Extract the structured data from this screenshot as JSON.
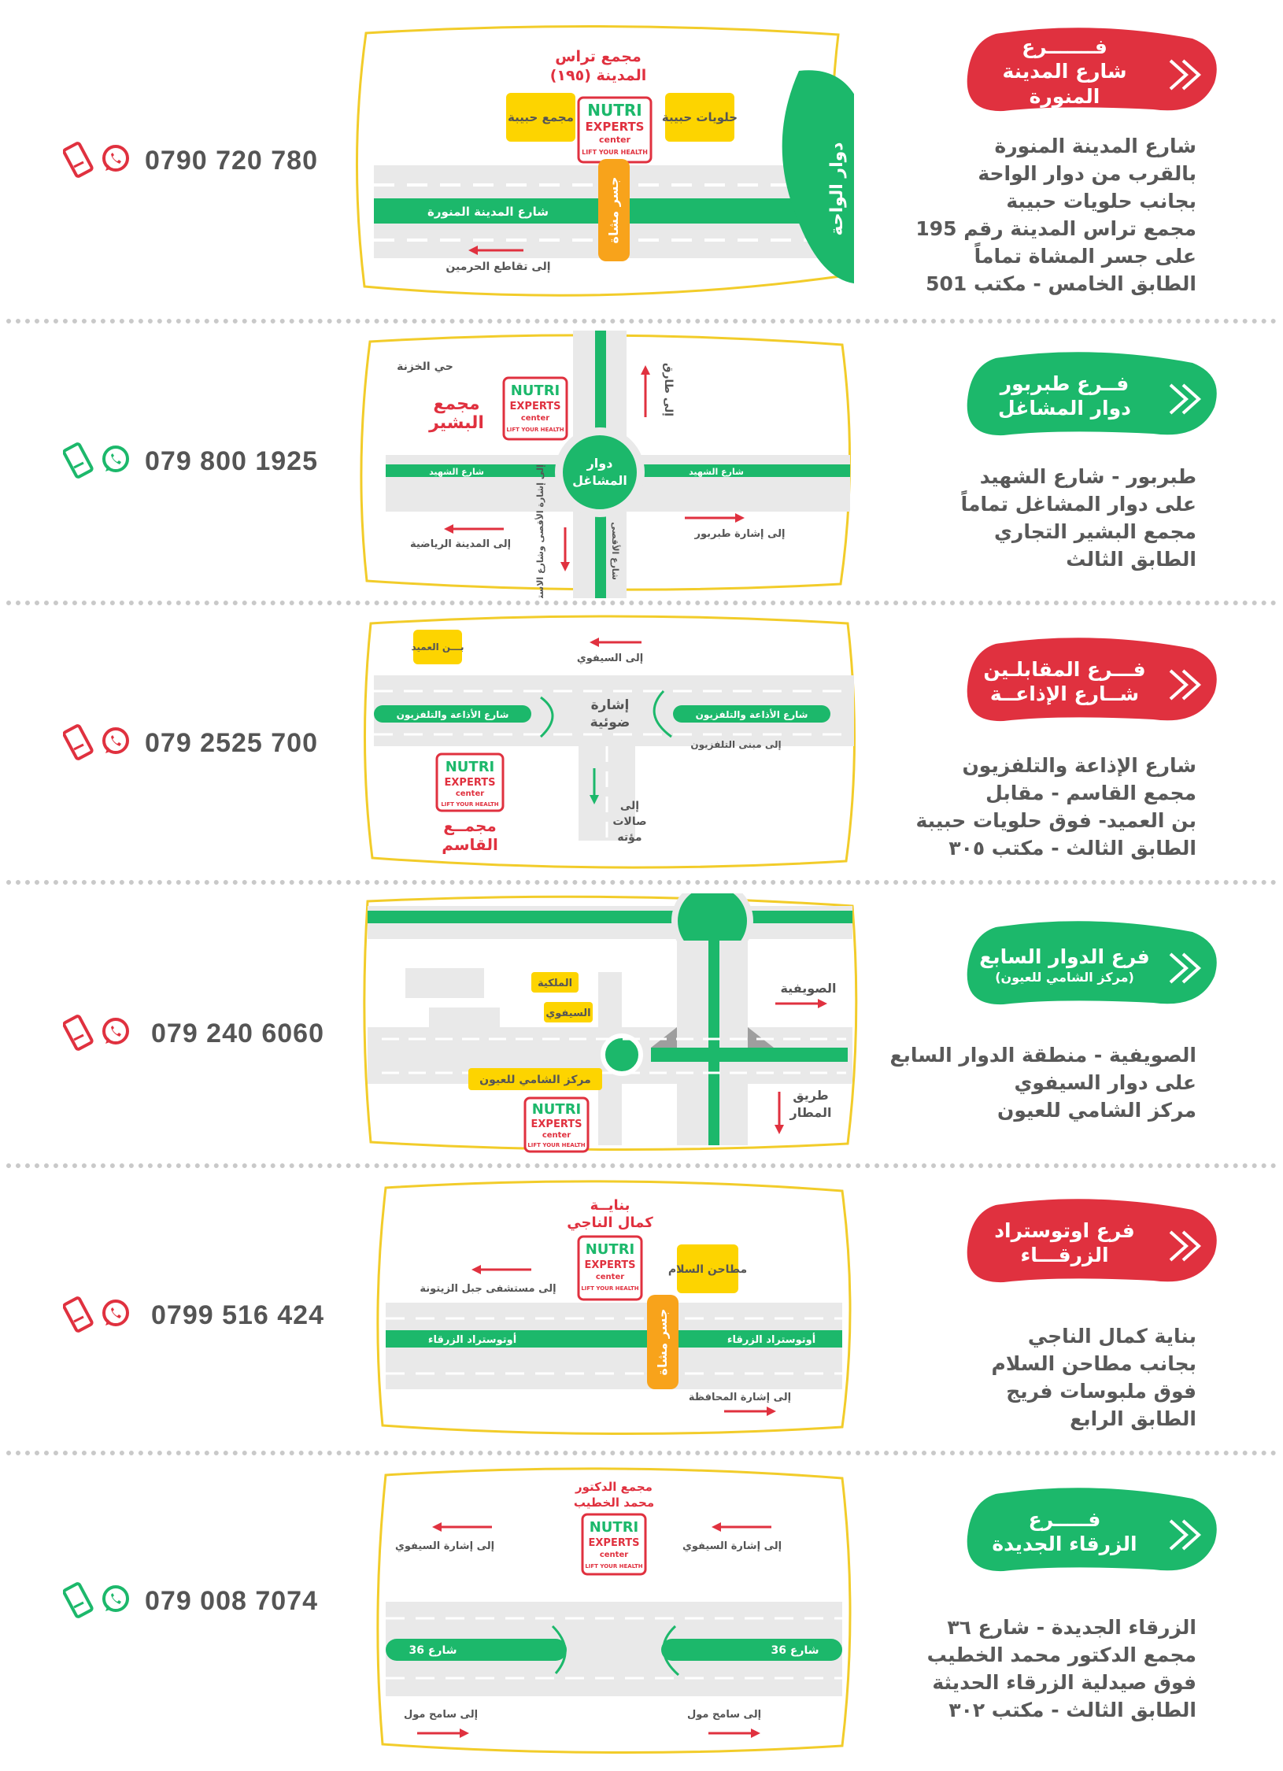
{
  "colors": {
    "red": "#e0313f",
    "green": "#1cb86b",
    "yellow": "#fdd400",
    "orange": "#f8a31b",
    "gray": "#595959",
    "road": "#e9e9e9",
    "outline": "#f2cc2a"
  },
  "branches": [
    {
      "phone": "0790 720 780",
      "badge_color": "red",
      "badge": {
        "l1": "فـــــــرع",
        "l2": "شارع المدينة المنورة",
        "l3": ""
      },
      "address": [
        "شارع المدينة المنورة",
        "بالقرب من دوار الواحة",
        "بجانب حلويات حبيبة",
        "مجمع تراس المدينة رقم 195",
        "على جسر المشاة تماماً",
        "الطابق الخامس - مكتب 501"
      ],
      "map": {
        "building": "مجمع تراس",
        "building2": "المدينة (١٩٥)",
        "box1": "مجمع حبيبة",
        "box2": "حلويات حبيبة",
        "bridge": "جسر مشاة",
        "street": "شارع المدينة المنورة",
        "roundabout": "دوار الواحة",
        "dir1": "إلى تقاطع الحرمين"
      }
    },
    {
      "phone": "079 800 1925",
      "badge_color": "green",
      "badge": {
        "l1": "فــرع طبربور",
        "l2": "دوار المشاغل",
        "l3": ""
      },
      "address": [
        "طبربور - شارع الشهيد",
        "على دوار المشاغل تماماً",
        "مجمع البشير التجاري",
        "الطابق الثالث"
      ],
      "map": {
        "district": "حي الخزنة",
        "building": "مجمع",
        "building2": "البشير",
        "roundabout": "دوار",
        "roundabout2": "المشاغل",
        "street_l": "شارع الشهيد",
        "street_r": "شارع الشهيد",
        "street_v": "شارع الأقصى",
        "dir_up": "إلى طارق",
        "dir_left": "إلى المدينة الرياضية",
        "dir_right": "إلى إشارة طبربور",
        "dir_down": "إلى إشارة الأقصى وشارع الاستقلال"
      }
    },
    {
      "phone": "079 2525 700",
      "badge_color": "red",
      "badge": {
        "l1": "فـــرع المقابلـين",
        "l2": "شــارع الإذاعــة",
        "l3": ""
      },
      "address": [
        "شارع الإذاعة والتلفزيون",
        "مجمع القاسم - مقابل",
        "بن العميد- فوق حلويات حبيبة",
        "الطابق الثالث - مكتب ٣٠٥"
      ],
      "map": {
        "box": "بـــن العميد",
        "dir_top": "إلى السيفوي",
        "signal": "إشارة",
        "signal2": "ضوئية",
        "street_l": "شارع الأذاعة والتلفزيون",
        "street_r": "شارع الأذاعة والتلفزيون",
        "dir_tv": "إلى مبنى التلفزيون",
        "down1": "إلى",
        "down2": "صالات",
        "down3": "مؤته",
        "building": "مجمــع",
        "building2": "القاسم"
      }
    },
    {
      "phone": "079 240 6060",
      "badge_color": "green",
      "badge": {
        "l1": "فرع الدوار السابع",
        "l2": "",
        "l3": "(مركز الشامي للعيون)"
      },
      "address": [
        "الصويفية - منطقة الدوار السابع",
        "على دوار السيفوي",
        "مركز الشامي للعيون"
      ],
      "map": {
        "box1": "الملكية",
        "box2": "السيفوي",
        "box3": "مركز الشامي للعيون",
        "dir_right": "الصويفية",
        "dir_down": "طريق",
        "dir_down2": "المطار"
      }
    },
    {
      "phone": "0799 516 424",
      "badge_color": "red",
      "badge": {
        "l1": "فرع اوتوستراد",
        "l2": "الزرقـــاء",
        "l3": ""
      },
      "address": [
        "بناية كمال الناجي",
        "بجانب مطاحن السلام",
        "فوق ملبوسات فريج",
        "الطابق الرابع"
      ],
      "map": {
        "building": "بنايــة",
        "building2": "كمال الناجي",
        "box": "مطاحن السلام",
        "bridge": "جسر مشاة",
        "dir_left": "إلى مستشفى جبل الزيتونة",
        "street_l": "أوتوستراد الزرقاء",
        "street_r": "أوتوستراد الزرقاء",
        "dir_right": "إلى إشارة المحافظة"
      }
    },
    {
      "phone": "079 008 7074",
      "badge_color": "green",
      "badge": {
        "l1": "فـــــرع",
        "l2": "الزرقاء الجديدة",
        "l3": ""
      },
      "address": [
        "الزرقاء الجديدة - شارع ٣٦",
        "مجمع الدكتور محمد الخطيب",
        "فوق صيدلية الزرقاء الحديثة",
        "الطابق الثالث - مكتب ٣٠٢"
      ],
      "map": {
        "building": "مجمع الدكتور",
        "building2": "محمد الخطيب",
        "dir_tl": "إلى إشارة السيفوي",
        "dir_tr": "إلى إشارة السيفوي",
        "street_l": "شارع 36",
        "street_r": "شارع 36",
        "dir_bl": "إلى سامح مول",
        "dir_br": "إلى سامح مول"
      }
    }
  ],
  "logo": {
    "l1": "NUTRI",
    "l2": "EXPERTS",
    "l3": "center",
    "l4": "LIFT YOUR HEALTH"
  }
}
